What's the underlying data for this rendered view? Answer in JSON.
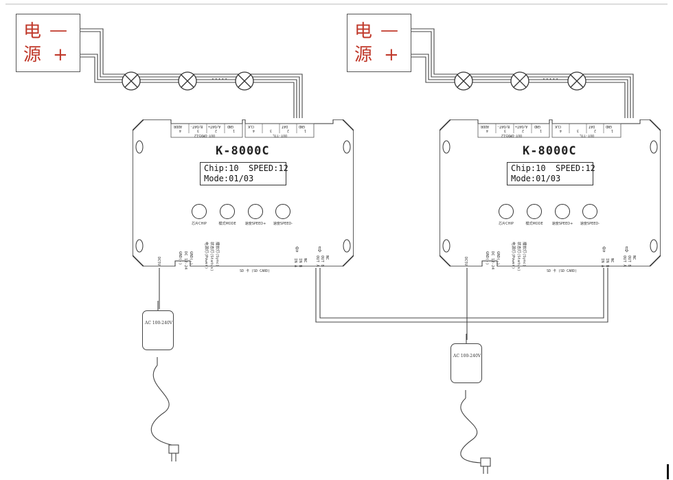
{
  "power_supply": {
    "char_top": "电",
    "char_bottom": "源",
    "minus": "—",
    "plus": "+"
  },
  "ellipsis": "·····",
  "controllers": [
    {
      "model": "K-8000C",
      "lcd_line1": "Chip:10  SPEED:12",
      "lcd_line2": "Mode:01/03",
      "buttons": [
        "芯片CHIP",
        "模式MODE",
        "速度SPEED+",
        "速度SPEED-"
      ],
      "dmx_labels": [
        "GND",
        "A/DAT+",
        "B/DAT-",
        "ADDR"
      ],
      "dmx_numbers": [
        "1",
        "2",
        "3",
        "4"
      ],
      "dmx_title": "OUT-DMX512",
      "ttl_labels": [
        "GND",
        "DAT",
        "",
        "CLK"
      ],
      "ttl_numbers": [
        "1",
        "2",
        "3",
        "4"
      ],
      "ttl_title": "OUT-TTL",
      "dc_label": "DC5V",
      "power_terms": [
        "GND(-)",
        "DC 12-24",
        "GND(-)"
      ],
      "leds": [
        "电源灯(Power)",
        "状态灯(Status)",
        "播放灯(Sync)"
      ],
      "sd_label": "SD 卡 (SD CARD)",
      "in_labels": [
        "IN A",
        "IN B",
        "NC"
      ],
      "out_labels": [
        "OUT A",
        "OUT B",
        "NC"
      ]
    },
    {
      "model": "K-8000C",
      "lcd_line1": "Chip:10  SPEED:12",
      "lcd_line2": "Mode:01/03",
      "buttons": [
        "芯片CHIP",
        "模式MODE",
        "速度SPEED+",
        "速度SPEED-"
      ],
      "dmx_labels": [
        "GND",
        "A/DAT+",
        "B/DAT-",
        "ADDR"
      ],
      "dmx_numbers": [
        "1",
        "2",
        "3",
        "4"
      ],
      "dmx_title": "OUT-DMX512",
      "ttl_labels": [
        "GND",
        "DAT",
        "",
        "CLK"
      ],
      "ttl_numbers": [
        "1",
        "2",
        "3",
        "4"
      ],
      "ttl_title": "OUT-TTL",
      "dc_label": "DC5V",
      "power_terms": [
        "GND(-)",
        "DC 12-24",
        "GND(-)"
      ],
      "leds": [
        "电源灯(Power)",
        "状态灯(Status)",
        "播放灯(Sync)"
      ],
      "sd_label": "SD 卡 (SD CARD)",
      "in_labels": [
        "IN A",
        "IN B",
        "NC"
      ],
      "out_labels": [
        "OUT A",
        "OUT B",
        "NC"
      ]
    }
  ],
  "adapter_label": "AC 100-240V",
  "colors": {
    "psu_text": "#c0392b",
    "line": "#333333"
  }
}
